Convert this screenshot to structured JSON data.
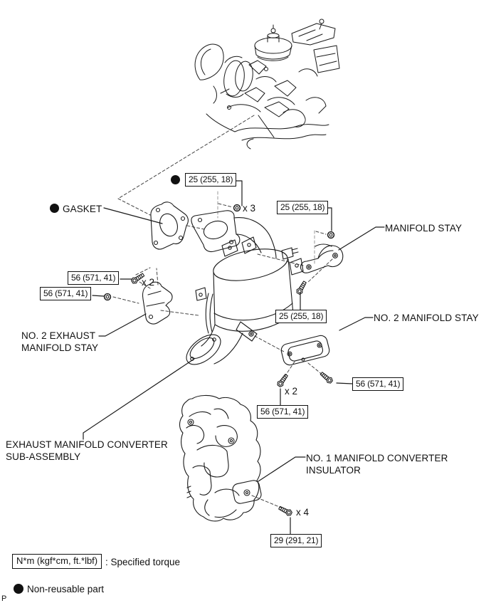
{
  "page": {
    "footer_marker": "P"
  },
  "part_labels": {
    "gasket": "GASKET",
    "manifold_stay": "MANIFOLD STAY",
    "no2_manifold_stay": "NO. 2 MANIFOLD STAY",
    "no2_exhaust_manifold_stay": [
      "NO. 2 EXHAUST",
      "MANIFOLD STAY"
    ],
    "exhaust_manifold_converter": [
      "EXHAUST MANIFOLD CONVERTER",
      "SUB-ASSEMBLY"
    ],
    "no1_manifold_converter_insulator": [
      "NO. 1 MANIFOLD CONVERTER",
      "INSULATOR"
    ]
  },
  "torque_callouts": {
    "flange_nuts": {
      "value": "25 (255, 18)",
      "qty": "x 3",
      "non_reusable": true
    },
    "manifold_stay_nut": {
      "value": "25 (255, 18)"
    },
    "manifold_stay_bolt": {
      "value": "25 (255, 18)"
    },
    "exhaust_stay_bolt": {
      "value": "56 (571, 41)",
      "qty": "x 2"
    },
    "exhaust_stay_nut": {
      "value": "56 (571, 41)"
    },
    "no2_stay_bolt_left": {
      "value": "56 (571, 41)",
      "qty": "x 2"
    },
    "no2_stay_bolt_right": {
      "value": "56 (571, 41)"
    },
    "insulator_bolts": {
      "value": "29 (291, 21)",
      "qty": "x 4"
    }
  },
  "legend": {
    "torque_spec_box": "N*m (kgf*cm, ft.*lbf)",
    "torque_spec_desc": ": Specified torque",
    "non_reusable_note": "Non-reusable part"
  },
  "colors": {
    "line": "#1a1a1a",
    "faint_dash": "#999999",
    "text": "#111111"
  }
}
